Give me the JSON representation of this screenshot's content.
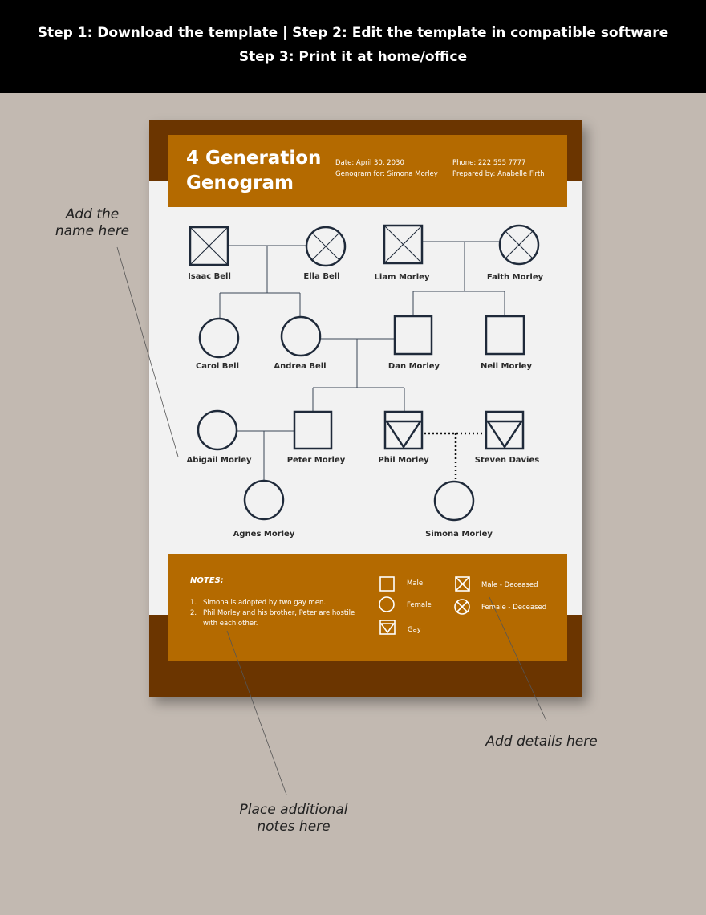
{
  "instructions": {
    "line1": "Step 1: Download the template | Step 2: Edit the template in compatible software",
    "line2": "Step 3: Print it at home/office"
  },
  "document": {
    "title_line1": "4 Generation",
    "title_line2": "Genogram",
    "date": "Date: April 30, 2030",
    "genogram_for": "Genogram for: Simona Morley",
    "phone": "Phone: 222 555 7777",
    "prepared_by": "Prepared by: Anabelle Firth"
  },
  "people": {
    "isaac": "Isaac Bell",
    "ella": "Ella Bell",
    "liam": "Liam Morley",
    "faith": "Faith Morley",
    "carol": "Carol Bell",
    "andrea": "Andrea Bell",
    "dan": "Dan Morley",
    "neil": "Neil Morley",
    "abigail": "Abigail Morley",
    "peter": "Peter Morley",
    "phil": "Phil Morley",
    "steven": "Steven Davies",
    "agnes": "Agnes Morley",
    "simona": "Simona Morley"
  },
  "notes": {
    "title": "NOTES:",
    "items": [
      {
        "num": "1.",
        "text": "Simona is adopted by two gay men."
      },
      {
        "num": "2.",
        "text": "Phil Morley and his brother, Peter are hostile with each other."
      }
    ]
  },
  "legend": {
    "male": "Male",
    "female": "Female",
    "gay": "Gay",
    "male_deceased": "Male - Deceased",
    "female_deceased": "Female - Deceased"
  },
  "annotations": {
    "name_line1": "Add the",
    "name_line2": "name here",
    "details": "Add details here",
    "notes_line1": "Place additional",
    "notes_line2": "notes here"
  },
  "colors": {
    "background": "#c2b9b1",
    "doc_dark": "#6b3500",
    "accent": "#b46a00",
    "symbol_stroke": "#1f2a3a"
  }
}
